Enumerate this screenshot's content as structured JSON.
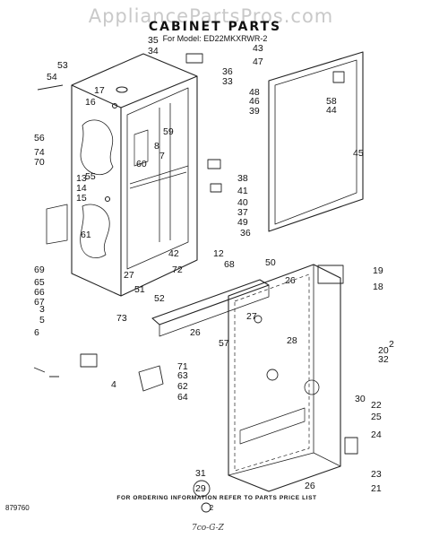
{
  "watermark": "AppliancePartsPros.com",
  "title": "CABINET PARTS",
  "model_line": "For Model: ED22MKXRWR-2",
  "footer_note": "FOR ORDERING INFORMATION REFER TO PARTS PRICE LIST",
  "page_number": "2",
  "doc_number": "879760",
  "handwritten_note": "7co-G-Z",
  "callouts": [
    "35",
    "34",
    "36",
    "33",
    "43",
    "47",
    "53",
    "54",
    "17",
    "16",
    "48",
    "46",
    "39",
    "58",
    "44",
    "59",
    "8",
    "60",
    "7",
    "56",
    "74",
    "70",
    "55",
    "13",
    "14",
    "15",
    "38",
    "41",
    "45",
    "40",
    "37",
    "49",
    "36",
    "61",
    "42",
    "12",
    "72",
    "68",
    "50",
    "69",
    "65",
    "66",
    "67",
    "27",
    "51",
    "52",
    "73",
    "26",
    "19",
    "18",
    "3",
    "5",
    "27",
    "6",
    "26",
    "28",
    "2",
    "57",
    "20",
    "32",
    "4",
    "71",
    "63",
    "62",
    "64",
    "30",
    "22",
    "25",
    "24",
    "23",
    "21",
    "31",
    "29",
    "26"
  ]
}
